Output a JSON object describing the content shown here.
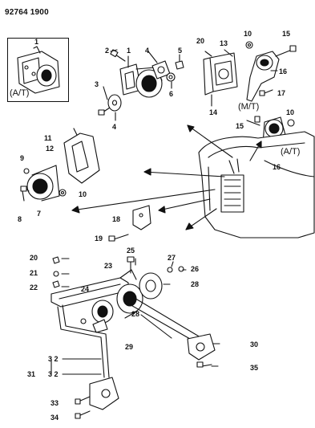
{
  "document": {
    "number": "92764 1900"
  },
  "variants": {
    "at_inset": "(A/T)",
    "mt": "(M/T)",
    "at_right": "(A/T)"
  },
  "callouts": {
    "c1_inset": "1",
    "c1": "1",
    "c2": "2",
    "c3": "3",
    "c4_top": "4",
    "c4": "4",
    "c5": "5",
    "c6": "6",
    "c7": "7",
    "c8": "8",
    "c9": "9",
    "c10_tr": "10",
    "c10_rt": "10",
    "c10_l": "10",
    "c11": "11",
    "c12": "12",
    "c13": "13",
    "c14": "14",
    "c15_tr": "15",
    "c15_rt": "15",
    "c16_tr": "16",
    "c16_rt": "16",
    "c17": "17",
    "c18": "18",
    "c19": "19",
    "c20_tr": "20",
    "c20": "20",
    "c21": "21",
    "c22": "22",
    "c23": "23",
    "c24": "24",
    "c25": "25",
    "c26": "26",
    "c27": "27",
    "c28_a": "28",
    "c28_b": "28",
    "c29": "29",
    "c30": "30",
    "c31": "31",
    "c32_a": "3 2",
    "c32_b": "3 2",
    "c33": "33",
    "c34": "34",
    "c35": "35"
  }
}
